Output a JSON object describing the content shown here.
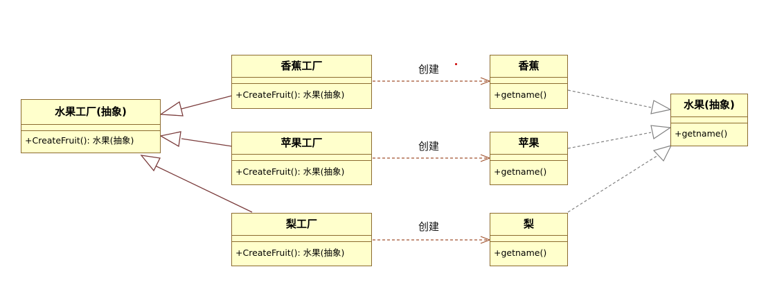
{
  "classes": {
    "abstract_factory": {
      "name": "水果工厂(抽象)",
      "op": "+CreateFruit(): 水果(抽象)"
    },
    "banana_factory": {
      "name": "香蕉工厂",
      "op": "+CreateFruit(): 水果(抽象)"
    },
    "apple_factory": {
      "name": "苹果工厂",
      "op": "+CreateFruit(): 水果(抽象)"
    },
    "pear_factory": {
      "name": "梨工厂",
      "op": "+CreateFruit(): 水果(抽象)"
    },
    "banana": {
      "name": "香蕉",
      "op": "+getname()"
    },
    "apple": {
      "name": "苹果",
      "op": "+getname()"
    },
    "pear": {
      "name": "梨",
      "op": "+getname()"
    },
    "abstract_fruit": {
      "name": "水果(抽象)",
      "op": "+getname()"
    }
  },
  "relations": {
    "create_label_1": "创建",
    "create_label_2": "创建",
    "create_label_3": "创建"
  },
  "colors": {
    "class_fill": "#ffffcc",
    "class_border": "#8b6a2e",
    "inherit_line": "#7a3b3b",
    "dependency_line": "#a0522d",
    "realization_line": "#808080"
  }
}
